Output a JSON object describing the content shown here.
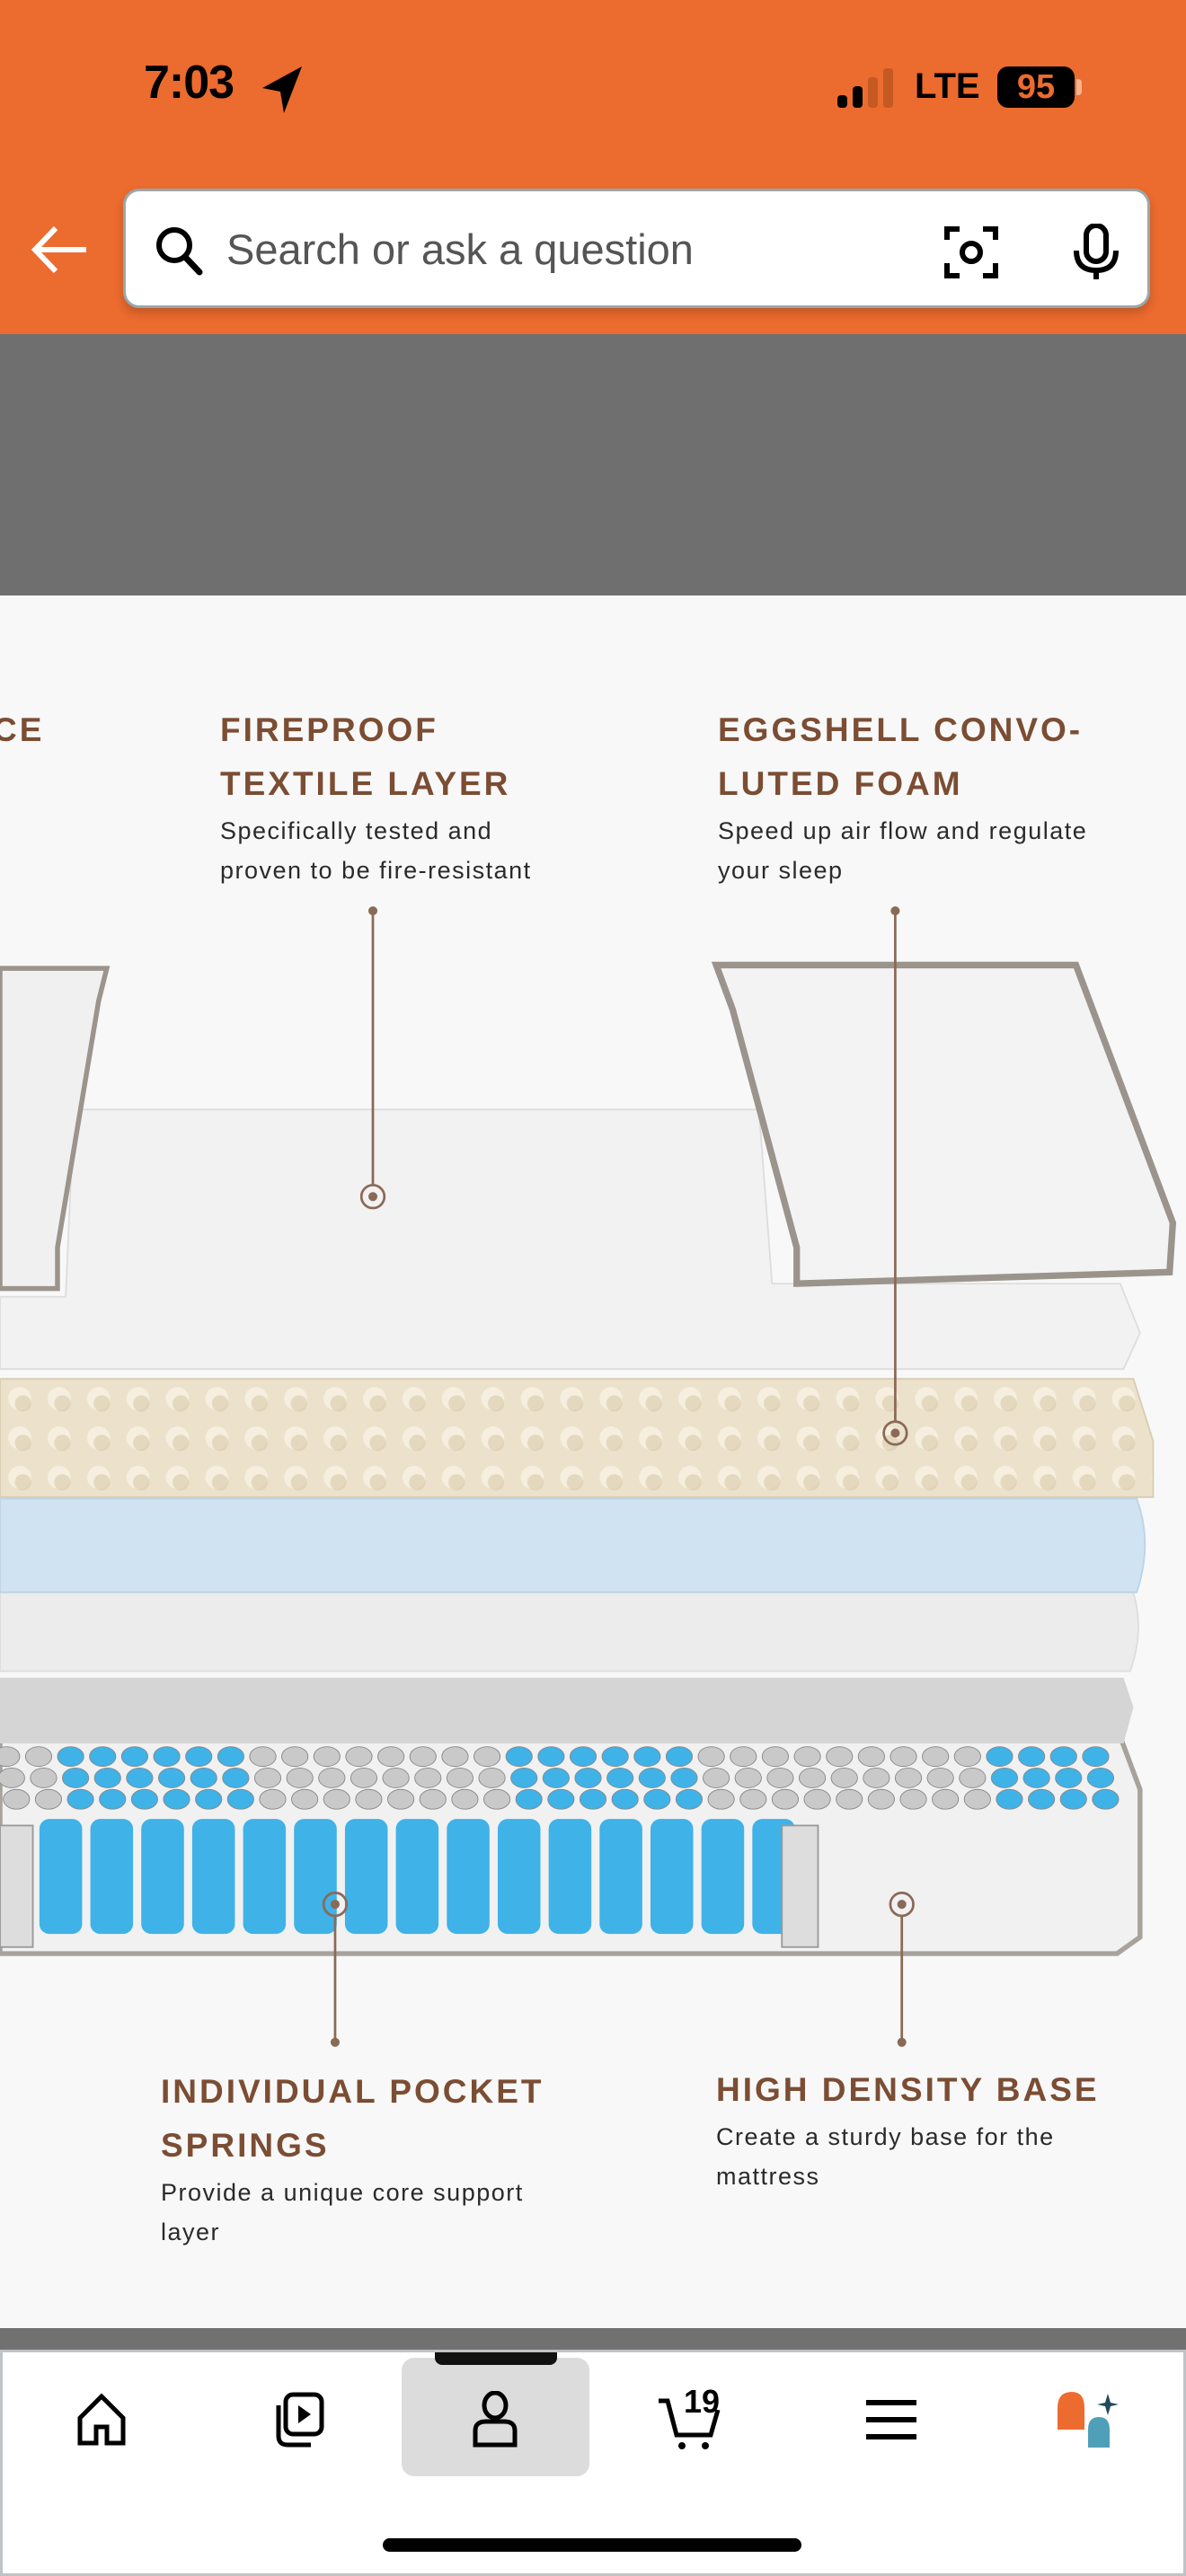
{
  "status_bar": {
    "time": "7:03",
    "network": "LTE",
    "battery": "95",
    "signal_bars": 2
  },
  "search": {
    "placeholder": "Search or ask a question"
  },
  "product_image": {
    "cropped_label": "CE",
    "labels": [
      {
        "title": "FIREPROOF\nTEXTILE LAYER",
        "desc": "Specifically tested and\nproven to be fire-resistant"
      },
      {
        "title": "EGGSHELL CONVO-\nLUTED FOAM",
        "desc": "Speed up air flow and regulate\nyour sleep"
      },
      {
        "title": "INDIVIDUAL POCKET\nSPRINGS",
        "desc": "Provide a unique core support\nlayer"
      },
      {
        "title": "HIGH DENSITY BASE",
        "desc": "Create a sturdy base for the\nmattress"
      }
    ],
    "colors": {
      "label": "#7b4d33",
      "foam": "#e9dfc9",
      "blue_layer": "#cfe3f3",
      "spring_blue": "#3fb2e8"
    }
  },
  "bottom_nav": {
    "items": [
      {
        "name": "home",
        "icon": "home-icon"
      },
      {
        "name": "video",
        "icon": "video-icon"
      },
      {
        "name": "account",
        "icon": "person-icon",
        "active": true
      },
      {
        "name": "cart",
        "icon": "cart-icon"
      },
      {
        "name": "menu",
        "icon": "menu-icon"
      },
      {
        "name": "rufus",
        "icon": "rufus-icon"
      }
    ],
    "cart_count": "19"
  },
  "colors": {
    "header": "#ec6b2e"
  }
}
